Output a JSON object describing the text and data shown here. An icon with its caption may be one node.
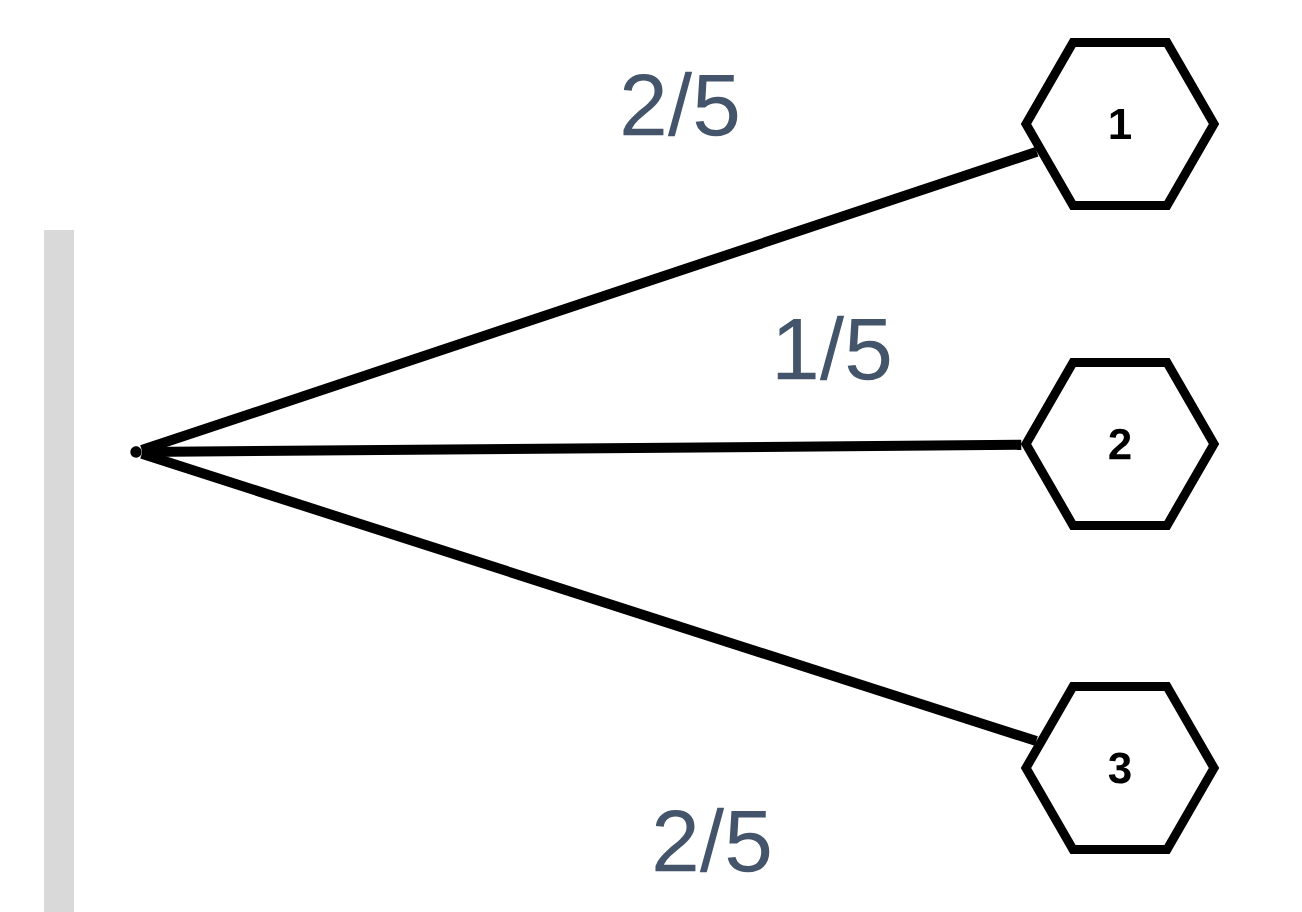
{
  "diagram": {
    "nodes": [
      {
        "text": [],
        "shape": "dot"
      },
      {
        "text": [
          "1"
        ]
      },
      {
        "text": [
          "2"
        ]
      },
      {
        "text": [
          "3"
        ]
      }
    ],
    "edges": [
      {
        "from": 0,
        "to": 1,
        "arrow": "none",
        "label": "2/5"
      },
      {
        "from": 0,
        "to": 2,
        "arrow": "none",
        "label": "1/5"
      },
      {
        "from": 0,
        "to": 3,
        "arrow": "none",
        "label": "2/5"
      }
    ]
  }
}
